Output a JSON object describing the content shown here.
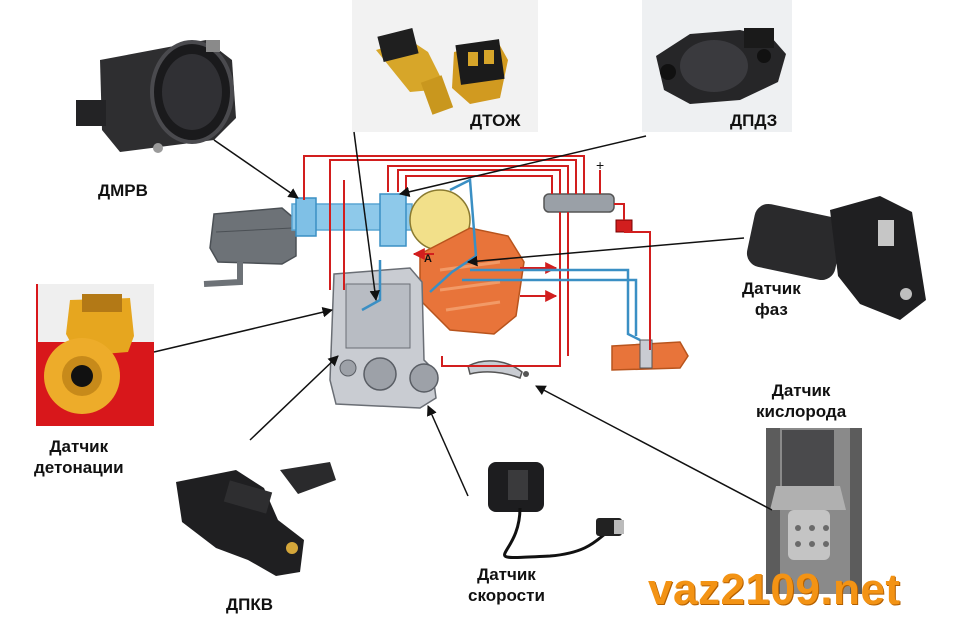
{
  "labels": {
    "maf": "ДМРВ",
    "coolant_temp": "ДТОЖ",
    "throttle": "ДПДЗ",
    "phase": [
      "Датчик",
      "фаз"
    ],
    "knock": [
      "Датчик",
      "детонации"
    ],
    "oxygen": [
      "Датчик",
      "кислорода"
    ],
    "crankshaft": "ДПКВ",
    "speed": [
      "Датчик",
      "скорости"
    ],
    "plus_sign": "+",
    "port_a": "A"
  },
  "brand": "vaz2109.net",
  "colors": {
    "wire": "#d21e1e",
    "pipe": "#3a8fc4",
    "intake": "#8ec9ea",
    "manifold": "#e8743a",
    "engine": "#c9ccd2",
    "brand": "#f39314"
  }
}
